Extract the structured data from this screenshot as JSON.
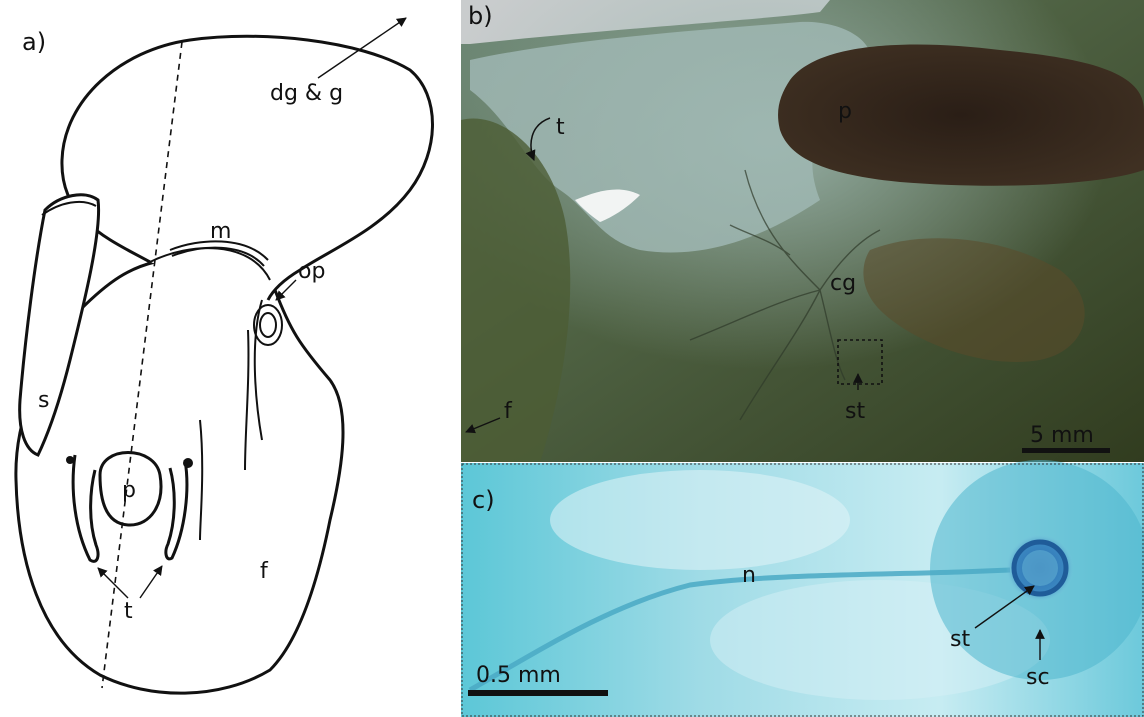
{
  "panels": {
    "a": {
      "label": "a)",
      "labels": {
        "dg_g": "dg & g",
        "m": "m",
        "op": "op",
        "s": "s",
        "p": "p",
        "t": "t",
        "f": "f"
      }
    },
    "b": {
      "label": "b)",
      "labels": {
        "t": "t",
        "p": "p",
        "cg": "cg",
        "st": "st",
        "f": "f"
      },
      "scale_bar": "5 mm"
    },
    "c": {
      "label": "c)",
      "labels": {
        "n": "n",
        "st": "st",
        "sc": "sc"
      },
      "scale_bar": "0.5 mm"
    }
  },
  "colors": {
    "line": "#111111",
    "panel_b_dark": "#2e3a22",
    "panel_b_mid": "#55653f",
    "panel_b_light": "#9fb7b5",
    "panel_c_blue": "#5ec6d6",
    "panel_c_light": "#bfe6ee"
  }
}
